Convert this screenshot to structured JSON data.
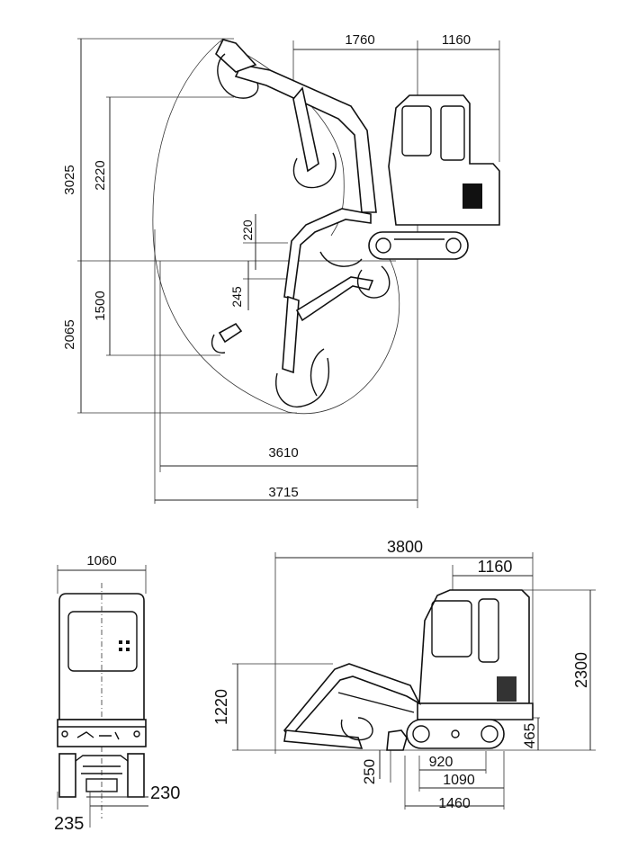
{
  "top_view": {
    "dims": {
      "d3025": "3025",
      "d2220": "2220",
      "d220": "220",
      "d245": "245",
      "d1500": "1500",
      "d2065": "2065",
      "d1760": "1760",
      "d1160": "1160",
      "d3610": "3610",
      "d3715": "3715"
    }
  },
  "front_view": {
    "dims": {
      "d1060": "1060",
      "d230": "230",
      "d235": "235"
    }
  },
  "side_view": {
    "dims": {
      "d3800": "3800",
      "d1160": "1160",
      "d2300": "2300",
      "d1220": "1220",
      "d465": "465",
      "d250": "250",
      "d920": "920",
      "d1090": "1090",
      "d1460": "1460"
    }
  }
}
